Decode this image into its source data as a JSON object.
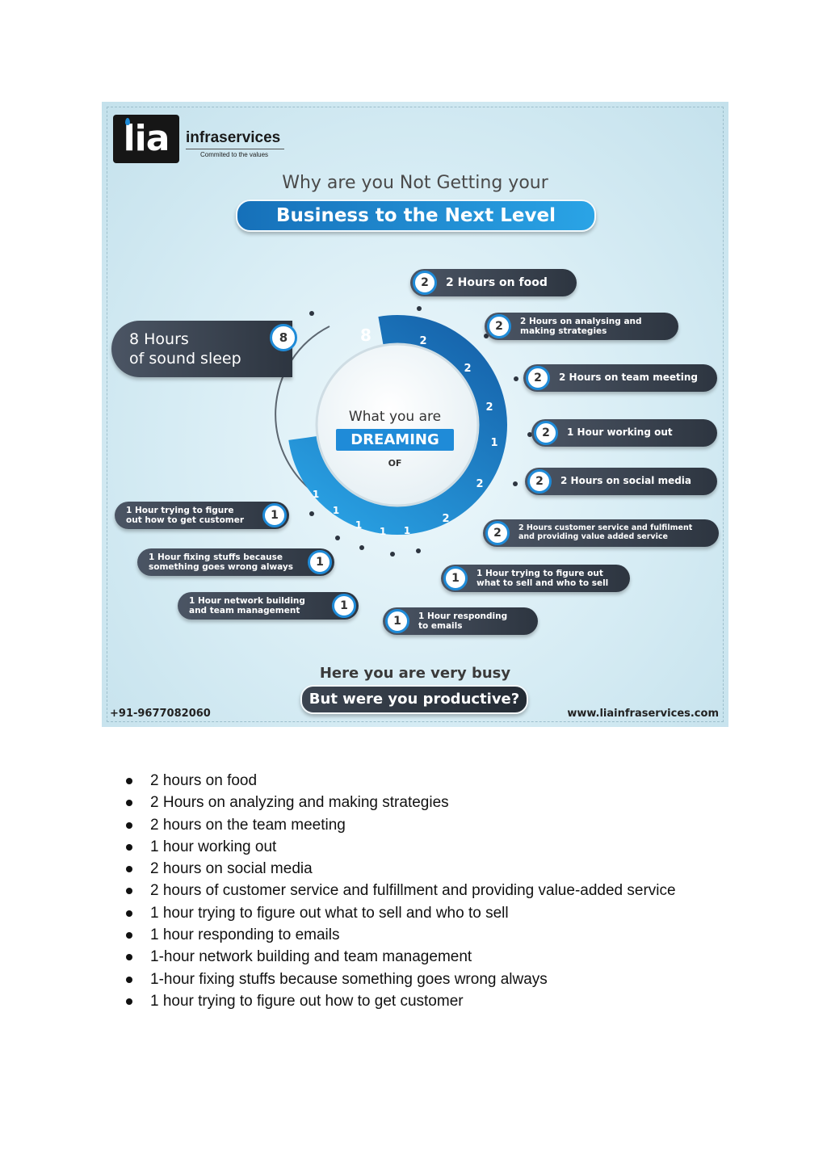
{
  "logo": {
    "mark": "lia",
    "name": "infraservices",
    "tagline": "Commited to the values"
  },
  "headline": "Why are you Not Getting your",
  "title": "Business to the Next Level",
  "sleep": {
    "text_line1": "8 Hours",
    "text_line2": "of sound sleep",
    "hours": "8"
  },
  "center": {
    "line1": "What you are",
    "highlight": "DREAMING",
    "line2": "OF"
  },
  "wheel_numbers": [
    "8",
    "2",
    "2",
    "2",
    "1",
    "2",
    "2",
    "1",
    "1",
    "1",
    "1",
    "1"
  ],
  "activities_right": [
    {
      "hours": "2",
      "label": "2 Hours on food"
    },
    {
      "hours": "2",
      "label_line1": "2 Hours on analysing and",
      "label_line2": "making strategies"
    },
    {
      "hours": "2",
      "label": "2 Hours on team meeting"
    },
    {
      "hours": "2",
      "label": "1 Hour working out"
    },
    {
      "hours": "2",
      "label": "2 Hours on social media"
    },
    {
      "hours": "2",
      "label_line1": "2 Hours customer service and fulfilment",
      "label_line2": "and providing value added service"
    },
    {
      "hours": "1",
      "label_line1": "1 Hour trying to figure out",
      "label_line2": "what to sell and who to sell"
    },
    {
      "hours": "1",
      "label_line1": "1 Hour responding",
      "label_line2": "to emails"
    }
  ],
  "activities_left": [
    {
      "hours": "1",
      "label_line1": "1 Hour trying to figure",
      "label_line2": "out how to get customer"
    },
    {
      "hours": "1",
      "label_line1": "1 Hour fixing stuffs because",
      "label_line2": "something goes wrong always"
    },
    {
      "hours": "1",
      "label_line1": "1 Hour network building",
      "label_line2": "and team management"
    }
  ],
  "footer": {
    "busy": "Here you are very busy",
    "question": "But were you productive?",
    "phone": "+91-9677082060",
    "website": "www.liainfraservices.com"
  },
  "bullets": [
    "2 hours on food",
    "2 Hours on analyzing and making strategies",
    "2 hours on the team meeting",
    "1 hour working out",
    "2 hours on social media",
    "2 hours of customer service and fulfillment and providing value-added service",
    "1 hour trying to figure out what to sell and who to sell",
    "1 hour responding to emails",
    "1-hour network building and team management",
    "1-hour fixing stuffs because something goes wrong always",
    "1 hour trying to figure out how to get customer"
  ],
  "colors": {
    "accent": "#1f8bd8",
    "pill": "#2d3540",
    "background": "#d6ecf4"
  }
}
